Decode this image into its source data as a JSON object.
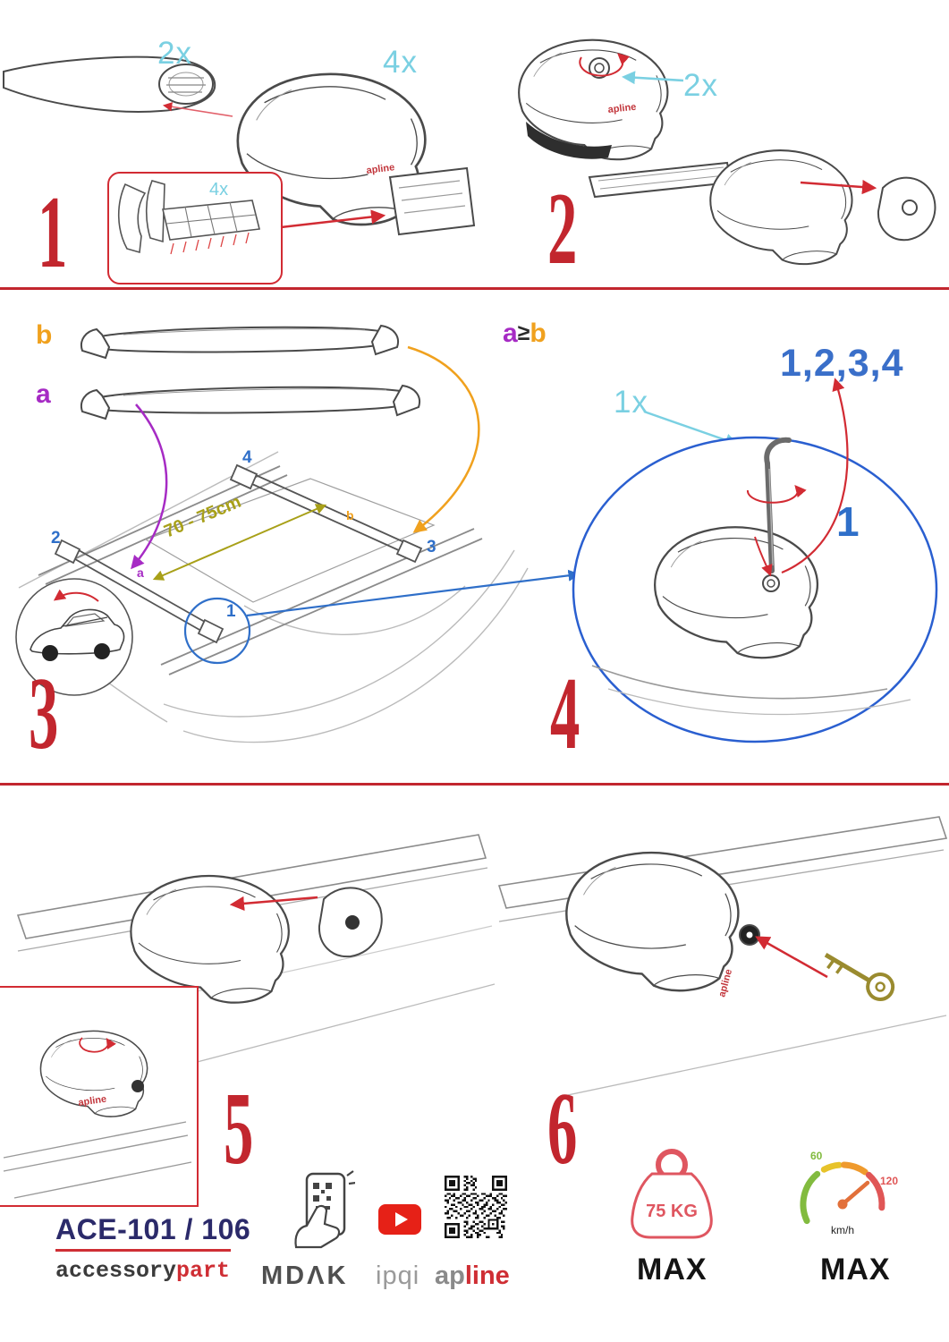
{
  "clamp_logo": "apline",
  "step1": {
    "number": "1",
    "bar_qty": "2x",
    "clamp_qty": "4x",
    "pad_qty": "4x"
  },
  "step2": {
    "number": "2",
    "bolt_qty": "2x"
  },
  "step3": {
    "number": "3",
    "bar_label_b": "b",
    "bar_label_a": "a",
    "distance": "70 - 75cm",
    "pos_front_left": "2",
    "pos_rear_left": "4",
    "pos_rear_right": "3",
    "pos_front_right": "1",
    "mark_a": "a",
    "mark_b": "b"
  },
  "step4": {
    "number": "4",
    "cond_a": "a",
    "cond_op": "≥",
    "cond_b": "b",
    "tighten_seq": "1,2,3,4",
    "tool_qty": "1x",
    "first_pos": "1"
  },
  "step5": {
    "number": "5"
  },
  "step6": {
    "number": "6"
  },
  "footer": {
    "model": "ACE-101 / 106",
    "brand_black": "accessory",
    "brand_red": "part",
    "mdak": "MDΛK",
    "ipqi": "ipqi",
    "apline_gray": "ap",
    "apline_red": "line",
    "weight_value": "75 KG",
    "weight_max": "MAX",
    "speed_low": "60",
    "speed_high": "120",
    "speed_unit": "km/h",
    "speed_max": "MAX"
  },
  "colors": {
    "step_red": "#c2262e",
    "qty_cyan": "#7ad0e2",
    "purple": "#a62bc4",
    "orange": "#f0a11e",
    "olive": "#a8a018",
    "blue": "#2f6fc9",
    "navy": "#2b2a6a"
  }
}
